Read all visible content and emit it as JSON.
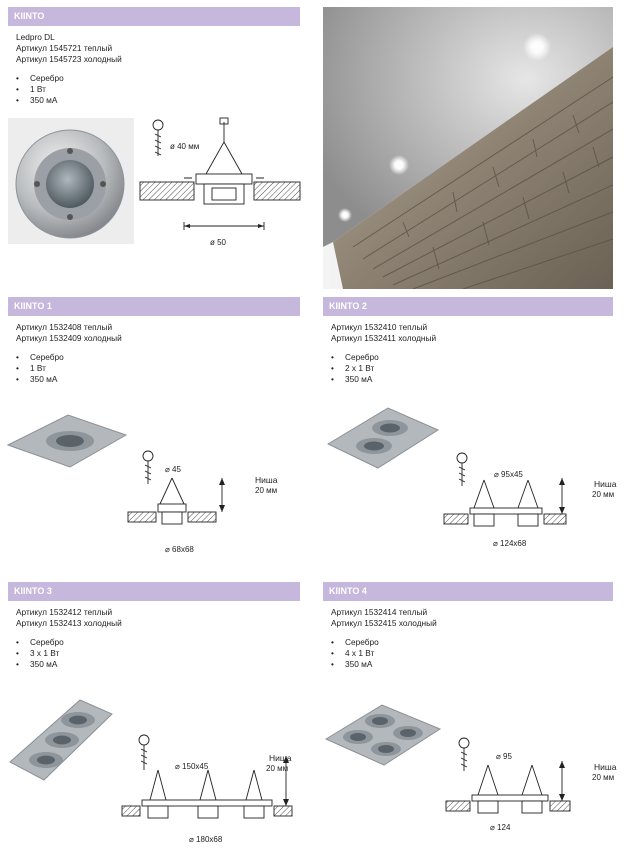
{
  "sections": [
    {
      "title": "KIINTO",
      "lines": [
        "Ledpro DL",
        "Артикул 1545721 теплый",
        "Артикул 1545723 холодный"
      ],
      "specs": [
        "Серебро",
        "1 Вт",
        "350 мА"
      ],
      "dims": {
        "top": "ø 40 мм",
        "bottom": "ø 50"
      }
    },
    {
      "title": "KIINTO 1",
      "lines": [
        "Артикул 1532408 теплый",
        "Артикул 1532409 холодный"
      ],
      "specs": [
        "Серебро",
        "1 Вт",
        "350 мА"
      ],
      "dims": {
        "top": "⌀ 45",
        "bottom": "⌀ 68x68",
        "niche_1": "Ниша",
        "niche_2": "20 мм"
      }
    },
    {
      "title": "KIINTO 2",
      "lines": [
        "Артикул 1532410 теплый",
        "Артикул 1532411 холодный"
      ],
      "specs": [
        "Серебро",
        "2 x 1 Вт",
        "350 мА"
      ],
      "dims": {
        "top": "⌀ 95x45",
        "bottom": "⌀ 124x68",
        "niche_1": "Ниша",
        "niche_2": "20 мм"
      }
    },
    {
      "title": "KIINTO 3",
      "lines": [
        "Артикул 1532412 теплый",
        "Артикул 1532413 холодный"
      ],
      "specs": [
        "Серебро",
        "3 x 1 Вт",
        "350 мА"
      ],
      "dims": {
        "top": "⌀ 150x45",
        "bottom": "⌀ 180x68",
        "niche_1": "Ниша",
        "niche_2": "20 мм"
      }
    },
    {
      "title": "KIINTO 4",
      "lines": [
        "Артикул 1532414 теплый",
        "Артикул 1532415 холодный"
      ],
      "specs": [
        "Серебро",
        "4 x 1 Вт",
        "350 мА"
      ],
      "dims": {
        "top": "⌀ 95",
        "bottom": "⌀ 124",
        "niche_1": "Ниша",
        "niche_2": "20 мм"
      }
    }
  ],
  "colors": {
    "header_bar": "#c6b7dc",
    "header_text": "#ffffff"
  },
  "icons": [
    "screw-icon",
    "dimension-arrow-icon"
  ]
}
